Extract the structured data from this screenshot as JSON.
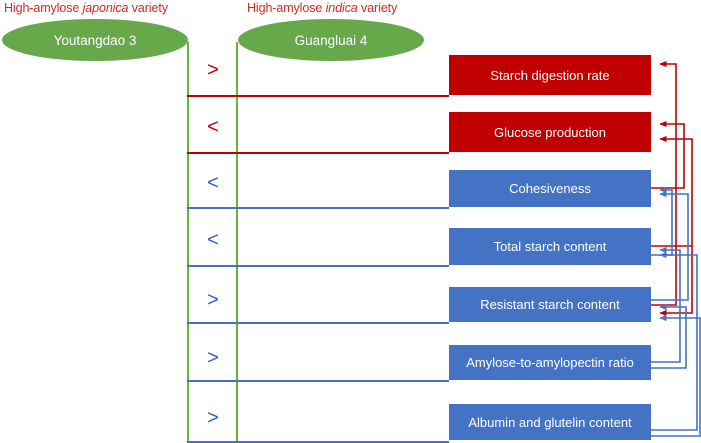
{
  "diagram": {
    "title_left": "High-amylose japonica variety",
    "title_right": "High-amylose indica variety",
    "left_title_prefix": "High-amylose ",
    "left_title_italic": "japonica",
    "left_title_suffix": " variety",
    "right_title_prefix": "High-amylose ",
    "right_title_italic": "indica",
    "right_title_suffix": " variety",
    "variety_left": "Youtangdao 3",
    "variety_right": "Guangluai 4",
    "colors": {
      "green": "#66a84a",
      "grid_green": "#6ab23f",
      "red": "#c00000",
      "title_red": "#d42a22",
      "blue": "#4472c4",
      "operator_blue": "#2f5fc0"
    },
    "rows": [
      {
        "operator": ">",
        "operator_color": "red",
        "trait": "Starch digestion rate",
        "trait_color": "red"
      },
      {
        "operator": "<",
        "operator_color": "red",
        "trait": "Glucose production",
        "trait_color": "red"
      },
      {
        "operator": "<",
        "operator_color": "blue",
        "trait": "Cohesiveness",
        "trait_color": "blue"
      },
      {
        "operator": "<",
        "operator_color": "blue",
        "trait": "Total starch content",
        "trait_color": "blue"
      },
      {
        "operator": ">",
        "operator_color": "blue",
        "trait": "Resistant starch content",
        "trait_color": "blue"
      },
      {
        "operator": ">",
        "operator_color": "blue",
        "trait": "Amylose-to-amylopectin ratio",
        "trait_color": "blue"
      },
      {
        "operator": ">",
        "operator_color": "blue",
        "trait": "Albumin and glutelin content",
        "trait_color": "blue"
      }
    ]
  }
}
